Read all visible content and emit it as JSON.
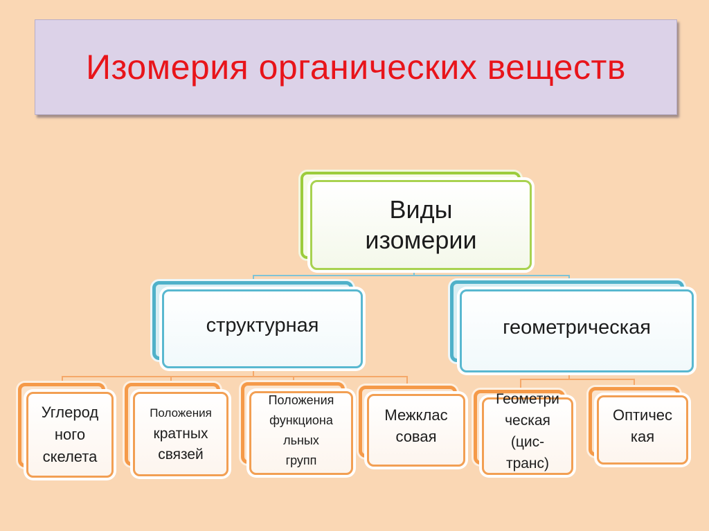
{
  "title": "Изомерия органических веществ",
  "root": {
    "lines": [
      "Виды",
      "изомерии"
    ]
  },
  "branches": {
    "structural": {
      "label": "структурная"
    },
    "geometric": {
      "label": "геометрическая"
    }
  },
  "leaves": {
    "carbon_skeleton": {
      "lines": [
        "Углерод",
        "ного",
        "скелета"
      ]
    },
    "multiple_bonds": {
      "lines": [
        "Положения",
        "кратных",
        "связей"
      ]
    },
    "functional_groups": {
      "lines": [
        "Положения",
        "функциона",
        "льных",
        "групп"
      ]
    },
    "interclass": {
      "lines": [
        "Межклас",
        "совая"
      ]
    },
    "cis_trans": {
      "lines": [
        "Геометри",
        "ческая",
        "(цис-",
        "транс)"
      ]
    },
    "optical": {
      "lines": [
        "Оптичес",
        "кая"
      ]
    }
  },
  "colors": {
    "background": "#fad7b4",
    "title_text": "#e8141a",
    "title_box": "#dcd2e8",
    "root_border": "#9ccc3c",
    "level2_border": "#4fb1c9",
    "level3_border": "#f59a49"
  }
}
